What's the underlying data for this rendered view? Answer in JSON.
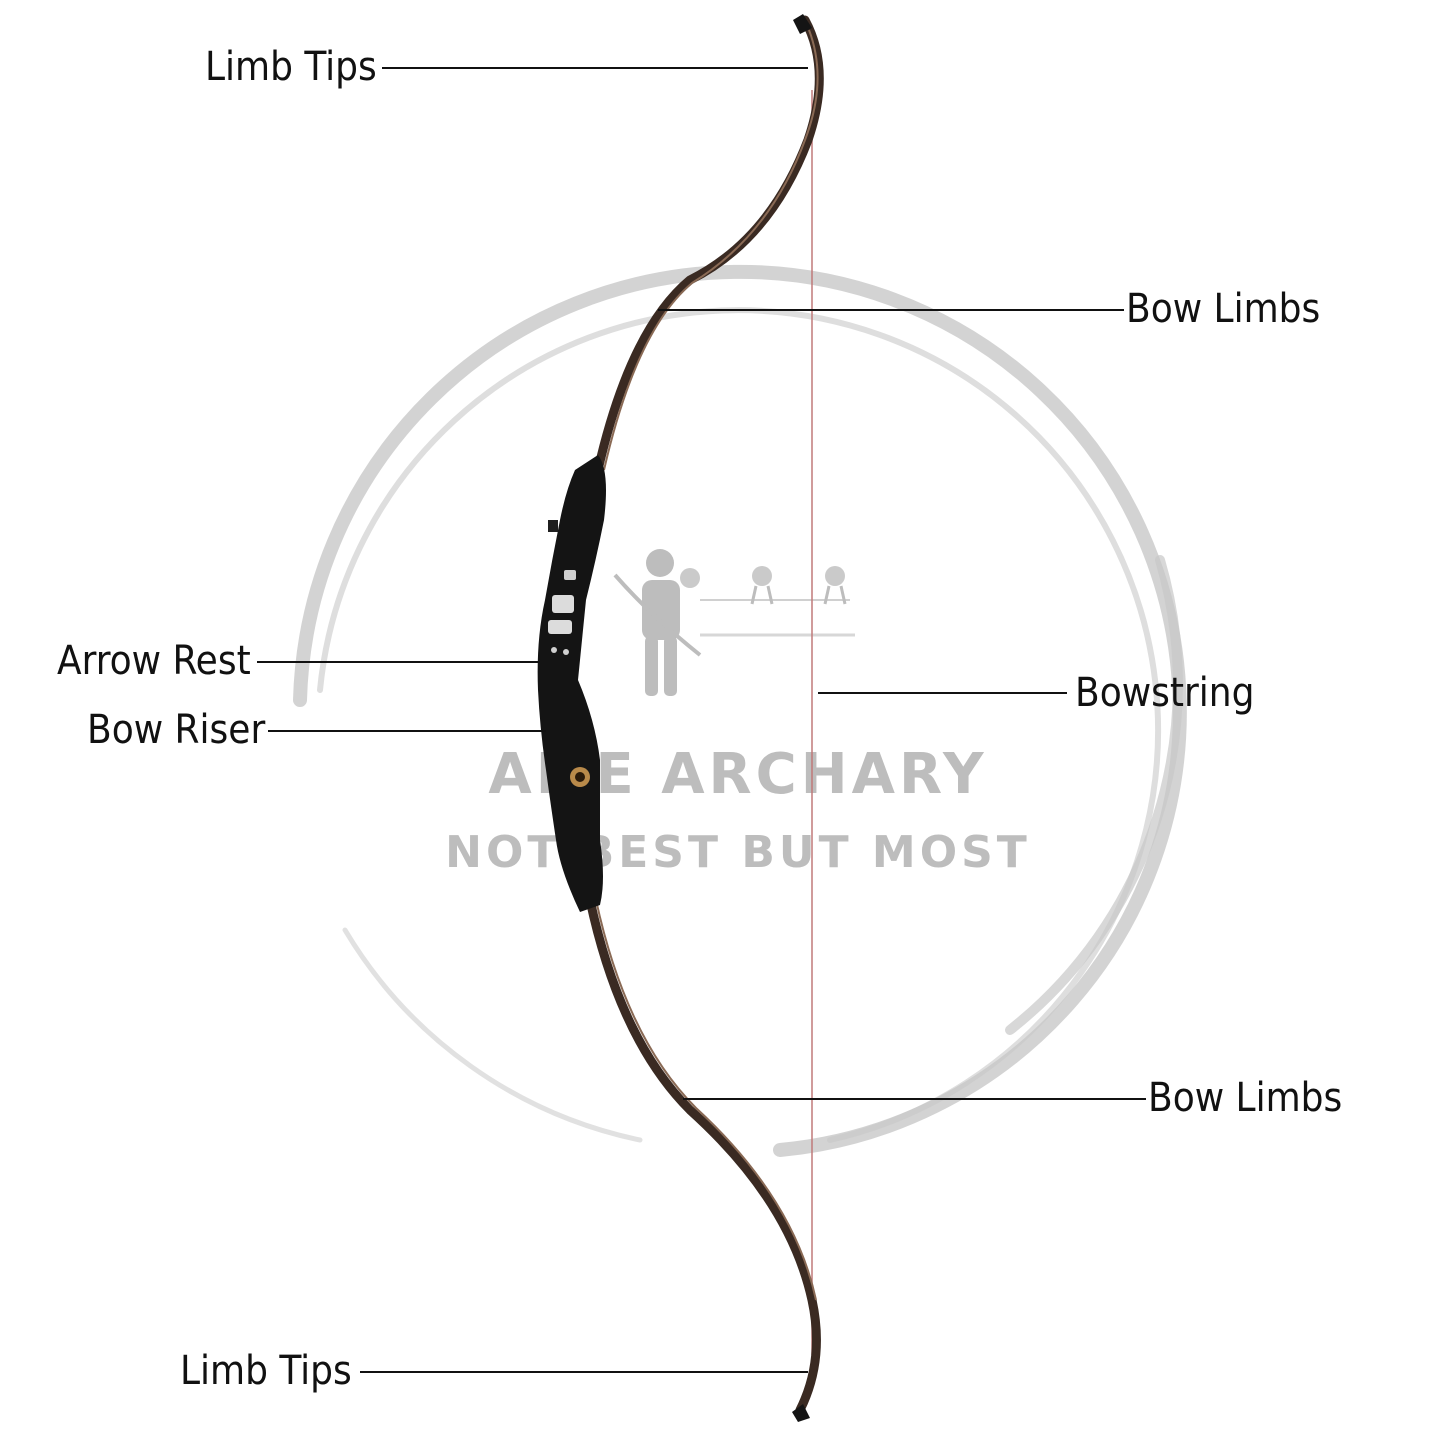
{
  "labels": {
    "limb_tips_top": "Limb Tips",
    "bow_limbs_top": "Bow Limbs",
    "arrow_rest": "Arrow Rest",
    "bowstring": "Bowstring",
    "bow_riser": "Bow Riser",
    "bow_limbs_bottom": "Bow Limbs",
    "limb_tips_bottom": "Limb Tips"
  },
  "watermark": {
    "line1": "AME ARCHARY",
    "line2": "NOT BEST BUT MOST"
  },
  "colors": {
    "label_text": "#111111",
    "leader_line": "#111111",
    "bow_limb": "#3a2a22",
    "bow_riser": "#141414",
    "bowstring": "#c07a7a",
    "watermark": "#bdbdbd"
  }
}
